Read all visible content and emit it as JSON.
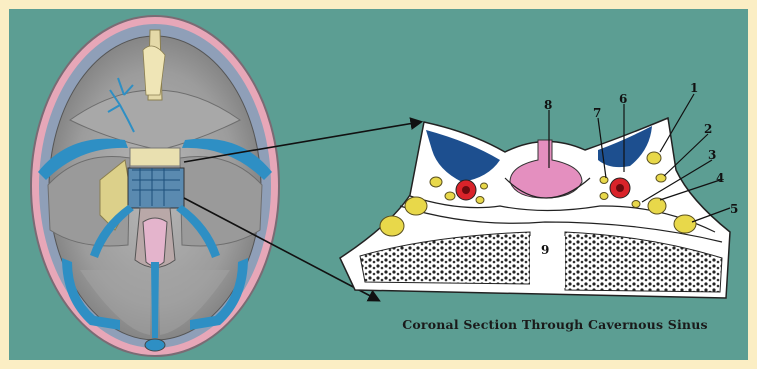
{
  "caption": "Coronal Section Through Cavernous Sinus",
  "labels": [
    "1",
    "2",
    "3",
    "4",
    "5",
    "6",
    "7",
    "8",
    "9"
  ],
  "colors": {
    "background_frame": "#fbeec4",
    "panel": "#5c9e93",
    "venous_sinus": "#2e8fc4",
    "artery": "#d9232a",
    "nerve": "#e8d84a",
    "pituitary": "#e48fbf",
    "bone": "#ffffff"
  }
}
